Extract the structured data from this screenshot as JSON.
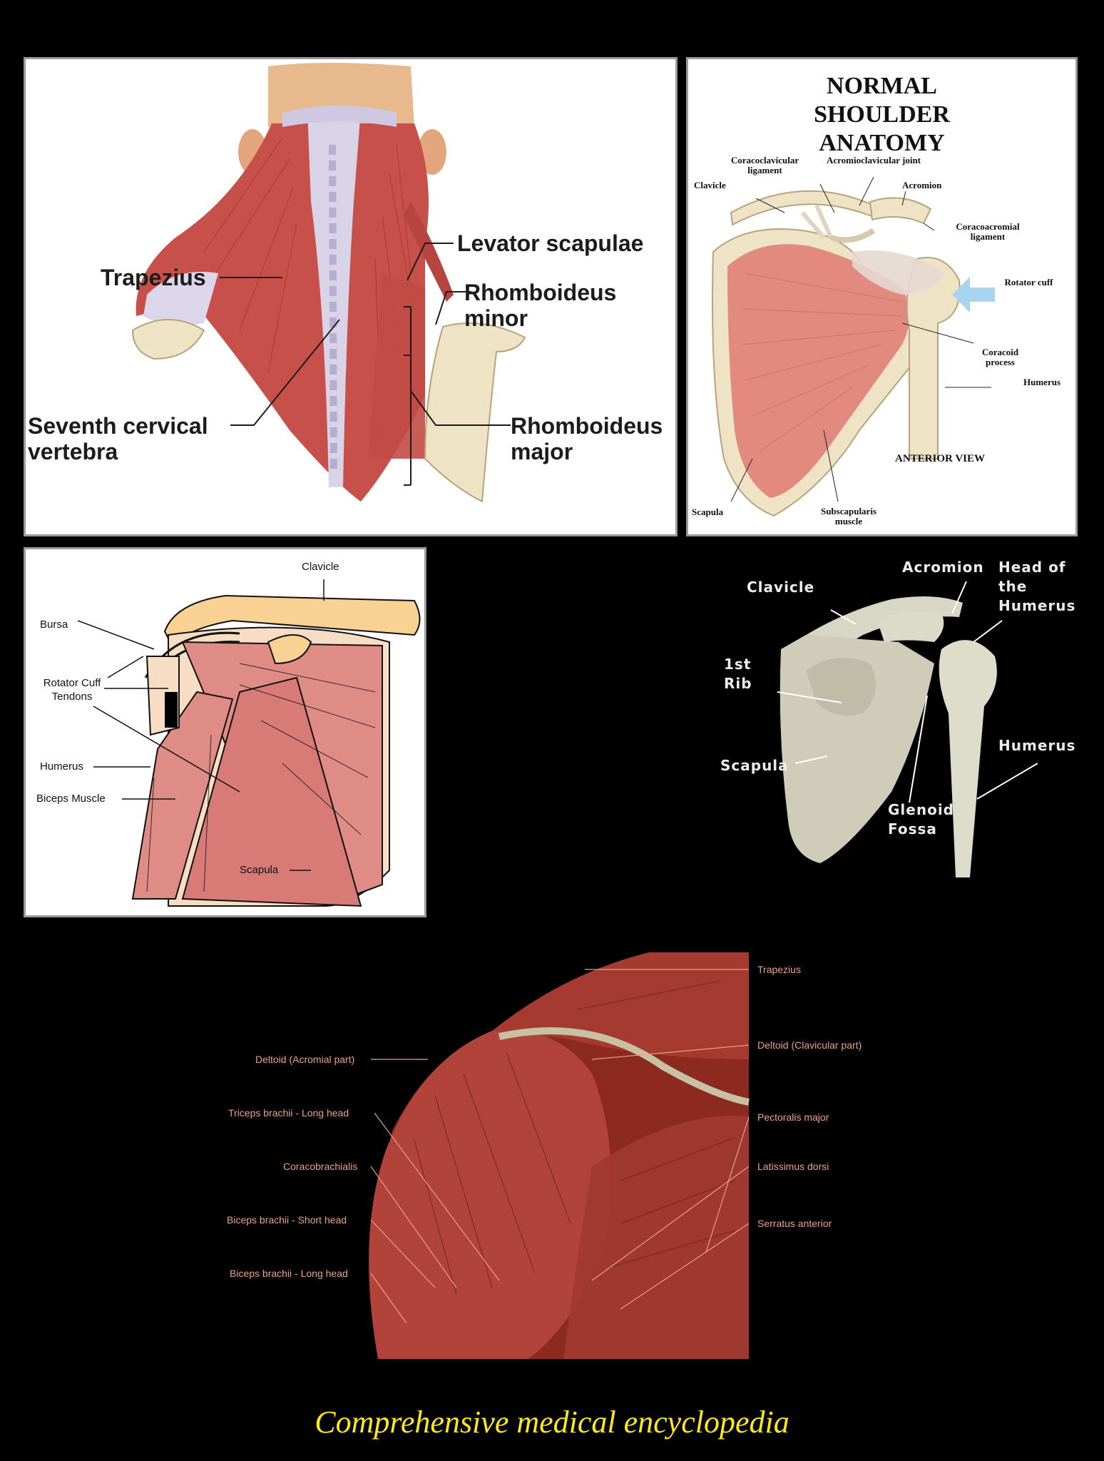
{
  "colors": {
    "background": "#000000",
    "caption": "#ffe81a",
    "muscle": "#c8504a",
    "bone": "#efe3c6",
    "tendon": "#d9d3e8",
    "dark_label": "#e9a083"
  },
  "panels": {
    "posterior_back": {
      "labels": {
        "levator_scapulae": "Levator scapulae",
        "trapezius": "Trapezius",
        "rhomboideus_minor": "Rhomboideus minor",
        "seventh_cervical": "Seventh cervical vertebra",
        "rhomboideus_major": "Rhomboideus major"
      }
    },
    "normal_shoulder": {
      "title": "NORMAL SHOULDER ANATOMY",
      "labels": {
        "coracoclavicular_ligament": "Coracoclavicular ligament",
        "acromioclavicular_joint": "Acromioclavicular joint",
        "clavicle": "Clavicle",
        "acromion": "Acromion",
        "coracoacromial_ligament": "Coracoacromial ligament",
        "rotator_cuff": "Rotator cuff",
        "coracoid_process": "Coracoid process",
        "humerus": "Humerus",
        "anterior_view": "ANTERIOR VIEW",
        "scapula": "Scapula",
        "subscapularis": "Subscapularis muscle"
      }
    },
    "rotator_cuff": {
      "labels": {
        "clavicle": "Clavicle",
        "bursa": "Bursa",
        "rotator_cuff_tendons": "Rotator Cuff Tendons",
        "humerus": "Humerus",
        "biceps_muscle": "Biceps Muscle",
        "scapula": "Scapula"
      }
    },
    "skeleton": {
      "labels": {
        "clavicle": "Clavicle",
        "acromion": "Acromion",
        "head_of_humerus": "Head of the Humerus",
        "first_rib": "1st Rib",
        "humerus": "Humerus",
        "scapula": "Scapula",
        "glenoid_fossa": "Glenoid Fossa"
      }
    },
    "deltoid": {
      "labels": {
        "trapezius": "Trapezius",
        "deltoid_acromial": "Deltoid (Acromial part)",
        "deltoid_clavicular": "Deltoid (Clavicular part)",
        "triceps_long_head": "Triceps brachii - Long head",
        "pectoralis_major": "Pectoralis major",
        "coracobrachialis": "Coracobrachialis",
        "latissimus_dorsi": "Latissimus dorsi",
        "biceps_short_head": "Biceps brachii - Short head",
        "serratus_anterior": "Serratus anterior",
        "biceps_long_head": "Biceps brachii - Long head"
      }
    }
  },
  "caption": "Comprehensive medical encyclopedia"
}
